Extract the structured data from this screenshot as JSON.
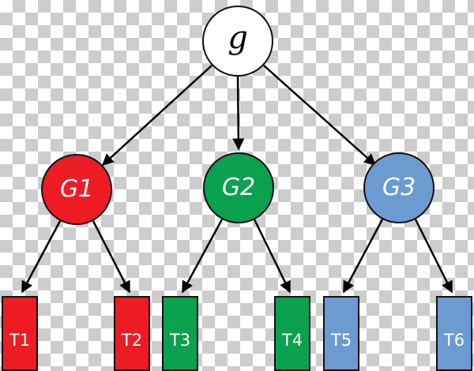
{
  "diagram": {
    "root": {
      "label": "g",
      "fill": "#ffffff"
    },
    "groups": [
      {
        "label": "G1",
        "color": "#ed1c24"
      },
      {
        "label": "G2",
        "color": "#0aa14f"
      },
      {
        "label": "G3",
        "color": "#6c9bd2"
      }
    ],
    "tasks": [
      {
        "label": "T1",
        "color": "#ed1c24"
      },
      {
        "label": "T2",
        "color": "#ed1c24"
      },
      {
        "label": "T3",
        "color": "#0aa14f"
      },
      {
        "label": "T4",
        "color": "#0aa14f"
      },
      {
        "label": "T5",
        "color": "#6c9bd2"
      },
      {
        "label": "T6",
        "color": "#6c9bd2"
      }
    ],
    "edges": [
      {
        "from": "g",
        "to": "G1"
      },
      {
        "from": "g",
        "to": "G2"
      },
      {
        "from": "g",
        "to": "G3"
      },
      {
        "from": "G1",
        "to": "T1"
      },
      {
        "from": "G1",
        "to": "T2"
      },
      {
        "from": "G2",
        "to": "T3"
      },
      {
        "from": "G2",
        "to": "T4"
      },
      {
        "from": "G3",
        "to": "T5"
      },
      {
        "from": "G3",
        "to": "T6"
      }
    ],
    "edge_color": "#000000"
  }
}
